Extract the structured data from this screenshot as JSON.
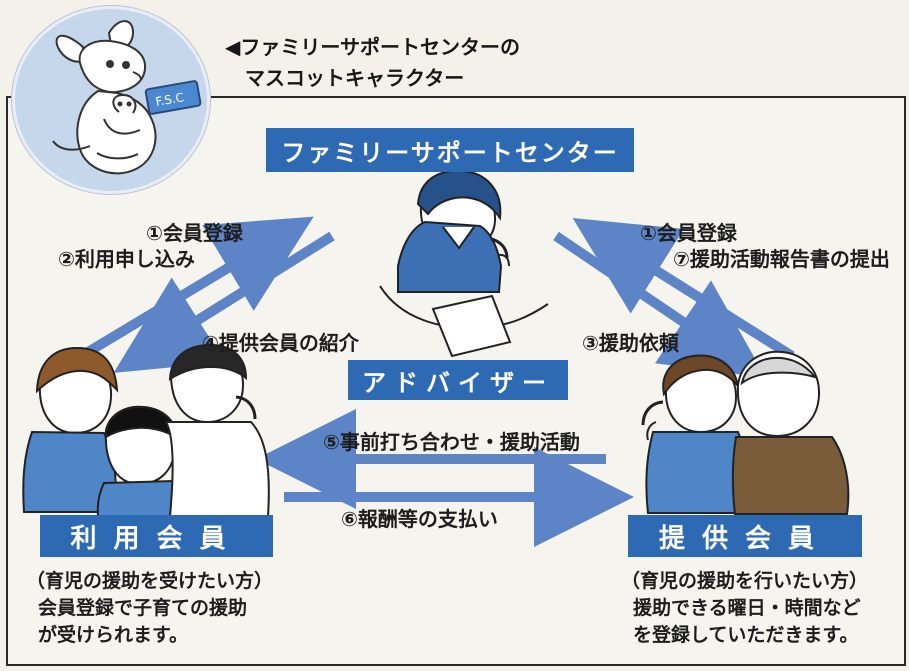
{
  "mascot_caption": {
    "line1": "◀ファミリーサポートセンターの",
    "line2": "マスコットキャラクター"
  },
  "mascot_sign": "F.S.C",
  "titles": {
    "center": "ファミリーサポートセンター",
    "advisor": "アドバイザー",
    "user_member": "利用会員",
    "provider_member": "提供会員"
  },
  "flows": {
    "left_register": "①会員登録",
    "left_apply": "②利用申し込み",
    "introduce_provider": "④提供会員の紹介",
    "right_register": "①会員登録",
    "right_report": "⑦援助活動報告書の提出",
    "request_support": "③援助依頼",
    "prior_meeting": "⑤事前打ち合わせ・援助活動",
    "payment": "⑥報酬等の支払い"
  },
  "descriptions": {
    "user": [
      "（育児の援助を受けたい方）",
      "会員登録で子育ての援助",
      "が受けられます。"
    ],
    "provider": [
      "（育児の援助を行いたい方）",
      "援助できる曜日・時間など",
      "を登録していただきます。"
    ]
  },
  "colors": {
    "arrow": "#5d84c7",
    "banner": "#2e69b3",
    "frame": "#2a2a2a",
    "badge": "#c6d7ec"
  }
}
